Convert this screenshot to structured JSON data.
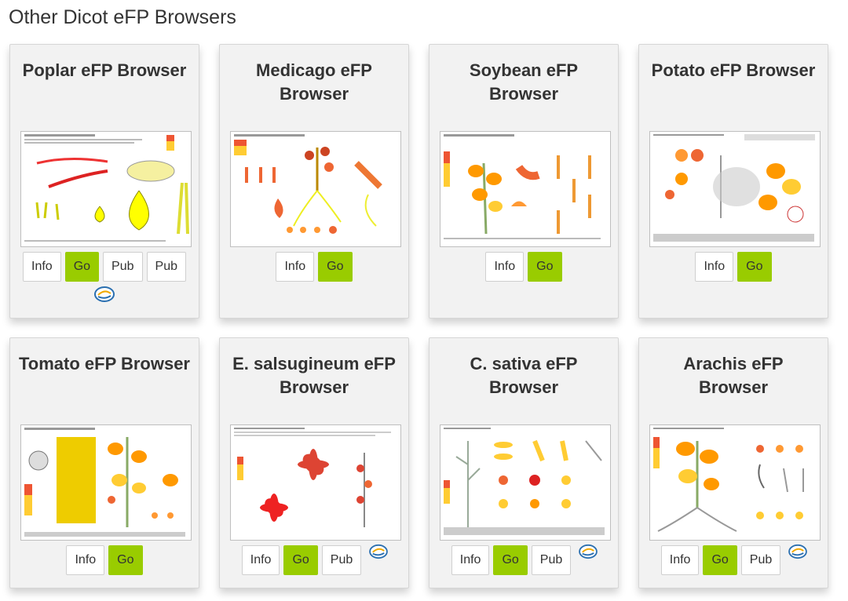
{
  "section_title": "Other Dicot eFP Browsers",
  "colors": {
    "go_button": "#99cc00",
    "card_background": "#f2f2f2",
    "icon_blue": "#2a6fb0"
  },
  "cards": [
    {
      "title": "Poplar eFP Browser",
      "buttons": {
        "info": "Info",
        "go": "Go",
        "pub1": "Pub",
        "pub2": "Pub"
      },
      "external_icon": "efp-globe-icon"
    },
    {
      "title": "Medicago eFP Browser",
      "buttons": {
        "info": "Info",
        "go": "Go"
      }
    },
    {
      "title": "Soybean eFP Browser",
      "buttons": {
        "info": "Info",
        "go": "Go"
      }
    },
    {
      "title": "Potato eFP Browser",
      "buttons": {
        "info": "Info",
        "go": "Go"
      }
    },
    {
      "title": "Tomato eFP Browser",
      "buttons": {
        "info": "Info",
        "go": "Go"
      }
    },
    {
      "title": "E. salsugineum eFP Browser",
      "buttons": {
        "info": "Info",
        "go": "Go",
        "pub": "Pub"
      },
      "external_icon": "efp-globe-icon"
    },
    {
      "title": "C. sativa eFP Browser",
      "buttons": {
        "info": "Info",
        "go": "Go",
        "pub": "Pub"
      },
      "external_icon": "efp-globe-icon"
    },
    {
      "title": "Arachis eFP Browser",
      "buttons": {
        "info": "Info",
        "go": "Go",
        "pub": "Pub"
      },
      "external_icon": "efp-globe-icon"
    }
  ]
}
